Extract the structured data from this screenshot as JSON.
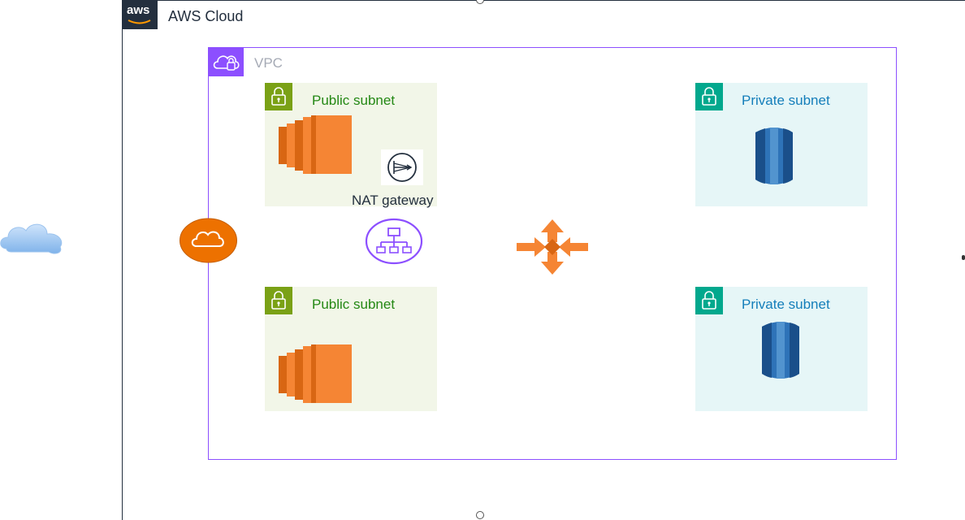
{
  "diagram": {
    "aws_cloud": {
      "label": "AWS Cloud",
      "logo_text": "aws"
    },
    "vpc": {
      "label": "VPC"
    },
    "subnets": [
      {
        "label": "Public subnet",
        "type": "public"
      },
      {
        "label": "Private subnet",
        "type": "private"
      },
      {
        "label": "Public subnet",
        "type": "public"
      },
      {
        "label": "Private subnet",
        "type": "private"
      }
    ],
    "nat_gateway": {
      "label": "NAT gateway"
    },
    "icons": [
      "cloud-icon",
      "internet-gateway-icon",
      "ec2-instance-icon",
      "nat-gateway-icon",
      "load-balancer-icon",
      "auto-scaling-icon",
      "rds-database-icon",
      "lock-icon",
      "vpc-cloud-icon",
      "aws-logo-icon"
    ],
    "colors": {
      "aws_dark": "#232f3e",
      "vpc_purple": "#8c4fff",
      "public_green": "#7aa116",
      "public_label": "#248814",
      "private_teal": "#01a88d",
      "private_label": "#147eba",
      "compute_orange": "#ed7100",
      "database_blue": "#2e73b8"
    }
  }
}
